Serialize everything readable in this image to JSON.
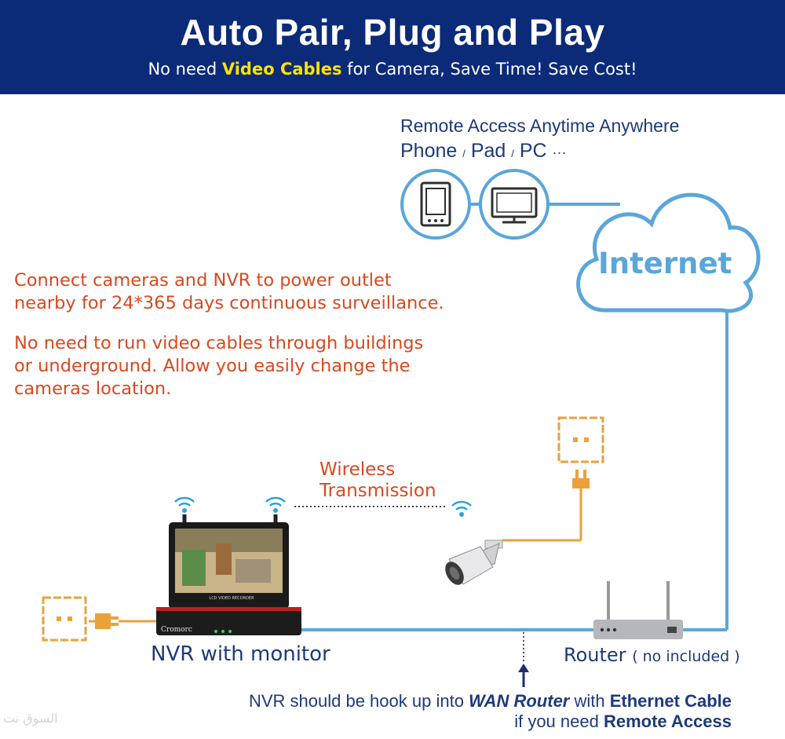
{
  "header": {
    "title": "Auto Pair, Plug and Play",
    "subtitle_before": "No need ",
    "subtitle_highlight": "Video Cables",
    "subtitle_after": " for Camera, Save Time! Save Cost!"
  },
  "remote": {
    "line1": "Remote Access Anytime Anywhere",
    "phone": "Phone",
    "pad": "Pad",
    "pc": "PC",
    "slash": "/",
    "ellipsis": "···"
  },
  "internet_label": "Internet",
  "notes": {
    "line1a": "Connect cameras and NVR to power outlet",
    "line1b": "nearby for 24*365 days continuous surveillance.",
    "line2a": "No need to run video cables through buildings",
    "line2b": "or underground. Allow you easily change the",
    "line2c": "cameras location."
  },
  "wireless": {
    "line1": "Wireless",
    "line2": "Transmission"
  },
  "nvr": {
    "label": "NVR with monitor",
    "brand": "Cromorc",
    "screen_caption": "LCD VIDEO RECORDER"
  },
  "router": {
    "label": "Router",
    "note": "( no included )"
  },
  "bottom": {
    "before": "NVR should be hook up into ",
    "wan": "WAN Router",
    "mid": " with ",
    "eth": "Ethernet Cable",
    "line2_before": "if you need ",
    "remote_access": "Remote Access"
  },
  "watermark": "السوق نت",
  "colors": {
    "header_bg": "#0b2a78",
    "highlight": "#ffe300",
    "line_blue": "#5aa6da",
    "orange": "#e9a23b",
    "text_orange": "#d8491f",
    "text_blue": "#1d3a7a"
  }
}
